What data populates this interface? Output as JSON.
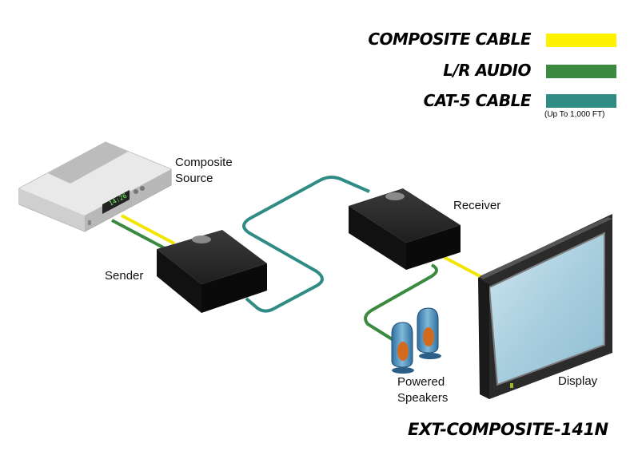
{
  "legend": {
    "items": [
      {
        "label": "COMPOSITE CABLE",
        "color": "#fff200"
      },
      {
        "label": "L/R AUDIO",
        "color": "#3a8a3f"
      },
      {
        "label": "CAT-5 CABLE",
        "color": "#2f8c84"
      }
    ],
    "cat5_note": "(Up To 1,000 FT)"
  },
  "nodes": {
    "composite_source": "Composite\nSource",
    "sender": "Sender",
    "receiver": "Receiver",
    "powered_speakers": "Powered\nSpeakers",
    "display": "Display"
  },
  "model": "EXT-COMPOSITE-141N",
  "device_display_text": "14:26"
}
